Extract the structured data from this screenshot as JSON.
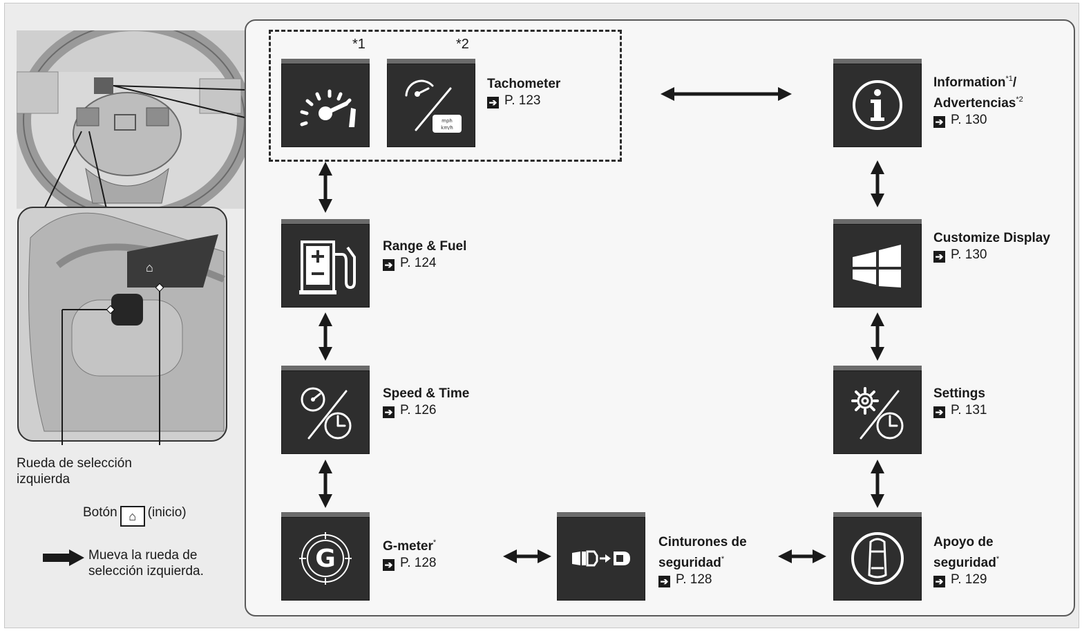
{
  "footnotes": {
    "star1": "*1",
    "star2": "*2",
    "asterisk": "*",
    "sup1": "*1",
    "sup2": "*2"
  },
  "arrow_glyph": "➔",
  "tiles": {
    "tachometer": {
      "title": "Tachometer",
      "ref": "P. 123"
    },
    "information": {
      "title": "Information",
      "sep": "/",
      "title2": "Advertencias",
      "ref": "P. 130"
    },
    "range_fuel": {
      "title": "Range & Fuel",
      "ref": "P. 124"
    },
    "customize": {
      "title": "Customize Display",
      "ref": "P. 130"
    },
    "speed_time": {
      "title": "Speed & Time",
      "ref": "P. 126"
    },
    "settings": {
      "title": "Settings",
      "ref": "P. 131"
    },
    "gmeter": {
      "title": "G-meter",
      "ref": "P. 128"
    },
    "seatbelts": {
      "title_line1": "Cinturones de",
      "title_line2": "seguridad",
      "ref": "P. 128"
    },
    "safety": {
      "title_line1": "Apoyo de",
      "title_line2": "seguridad",
      "ref": "P. 129"
    }
  },
  "mini_display": {
    "line1": "mph",
    "line2": "km/h"
  },
  "legend": {
    "wheel_label_line1": "Rueda de selección",
    "wheel_label_line2": "izquierda",
    "home_prefix": "Botón",
    "home_suffix": "(inicio)",
    "move_line1": "Mueva la rueda de",
    "move_line2": "selección izquierda."
  },
  "icons": {
    "home": "home-icon",
    "info": "info-icon",
    "fuel": "fuel-pump-icon",
    "tacho": "tachometer-icon",
    "speed": "speedometer-icon",
    "clock": "clock-icon",
    "gear": "gear-icon",
    "gmeter": "g-meter-icon",
    "seatbelt": "seatbelt-icon",
    "car": "car-top-icon",
    "layout": "layout-icon"
  }
}
